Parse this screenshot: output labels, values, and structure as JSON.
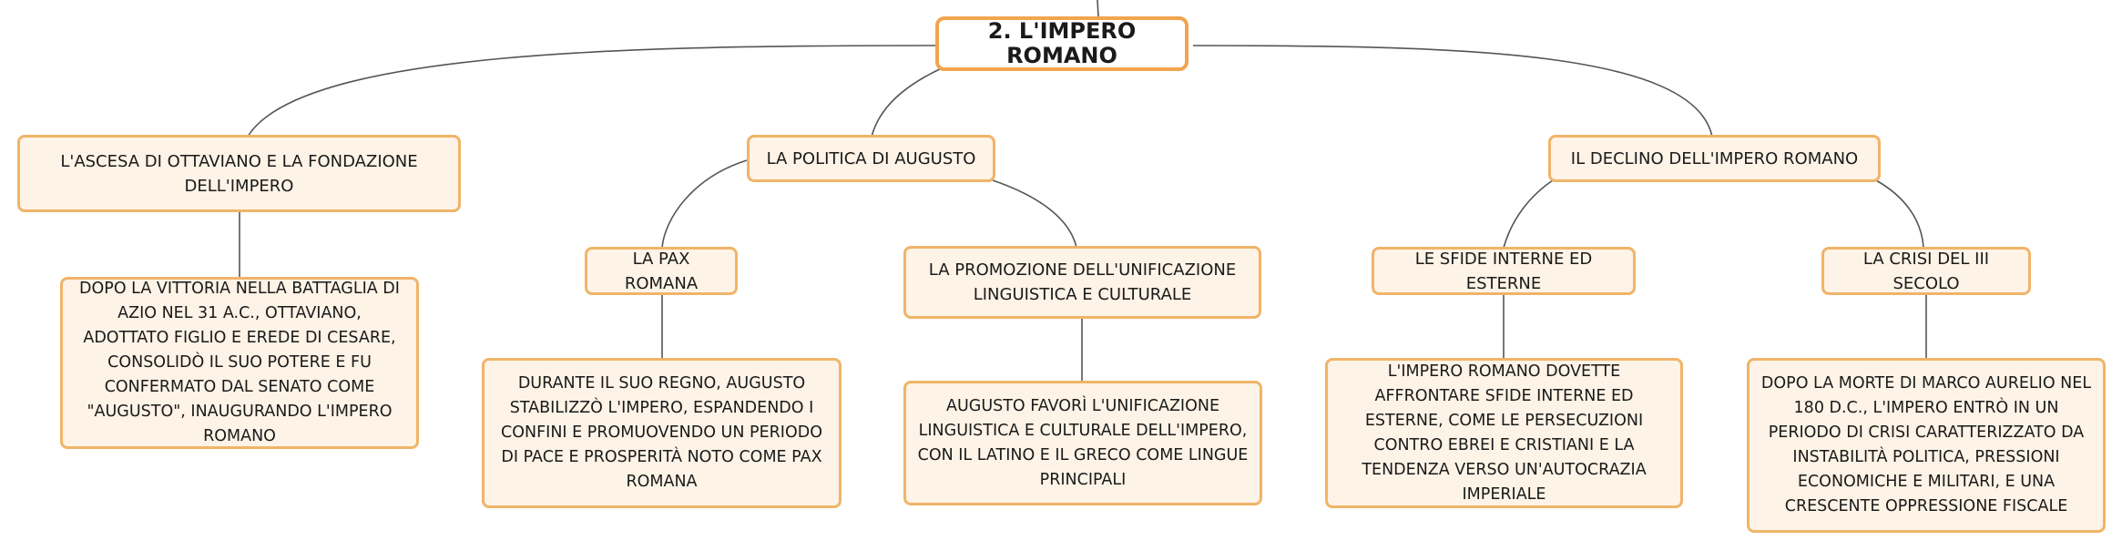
{
  "map": {
    "root": "2. L'IMPERO ROMANO",
    "branches": [
      {
        "label": "L'ASCESA DI OTTAVIANO E LA FONDAZIONE DELL'IMPERO",
        "details": [
          "DOPO LA VITTORIA NELLA BATTAGLIA DI AZIO NEL 31 A.C., OTTAVIANO, ADOTTATO FIGLIO E EREDE DI CESARE, CONSOLIDÒ IL SUO POTERE E FU CONFERMATO DAL SENATO COME \"AUGUSTO\", INAUGURANDO L'IMPERO ROMANO"
        ]
      },
      {
        "label": "LA POLITICA DI AUGUSTO",
        "topics": [
          {
            "label": "LA PAX ROMANA",
            "detail": "DURANTE IL SUO REGNO, AUGUSTO STABILIZZÒ L'IMPERO, ESPANDENDO I CONFINI E PROMUOVENDO UN PERIODO DI PACE E PROSPERITÀ NOTO COME PAX ROMANA"
          },
          {
            "label": "LA PROMOZIONE DELL'UNIFICAZIONE LINGUISTICA E CULTURALE",
            "detail": "AUGUSTO FAVORÌ L'UNIFICAZIONE LINGUISTICA E CULTURALE DELL'IMPERO, CON IL LATINO E IL GRECO COME LINGUE PRINCIPALI"
          }
        ]
      },
      {
        "label": "IL DECLINO DELL'IMPERO ROMANO",
        "topics": [
          {
            "label": "LE SFIDE INTERNE ED ESTERNE",
            "detail": "L'IMPERO ROMANO DOVETTE AFFRONTARE SFIDE INTERNE ED ESTERNE, COME LE PERSECUZIONI CONTRO EBREI E CRISTIANI E LA TENDENZA VERSO UN'AUTOCRAZIA IMPERIALE"
          },
          {
            "label": "LA CRISI DEL III SECOLO",
            "detail": "DOPO LA MORTE DI MARCO AURELIO NEL 180 D.C., L'IMPERO ENTRÒ IN UN PERIODO DI CRISI CARATTERIZZATO DA INSTABILITÀ POLITICA, PRESSIONI ECONOMICHE E MILITARI, E UNA CRESCENTE OPPRESSIONE FISCALE"
          }
        ]
      }
    ]
  },
  "colors": {
    "node_fill": "#fdf3e6",
    "node_border": "#f0b469",
    "root_border": "#f2a44e",
    "connector": "#555555"
  }
}
